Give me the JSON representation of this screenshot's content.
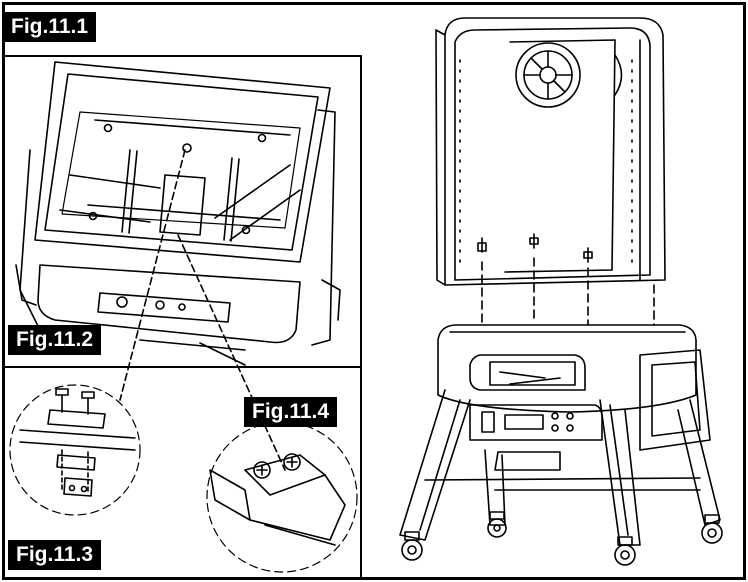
{
  "figures": {
    "fig_11_1": "Fig.11.1",
    "fig_11_2": "Fig.11.2",
    "fig_11_3": "Fig.11.3",
    "fig_11_4": "Fig.11.4"
  },
  "colors": {
    "line": "#000000",
    "paper": "#ffffff",
    "label_bg": "#000000",
    "label_text": "#ffffff"
  }
}
